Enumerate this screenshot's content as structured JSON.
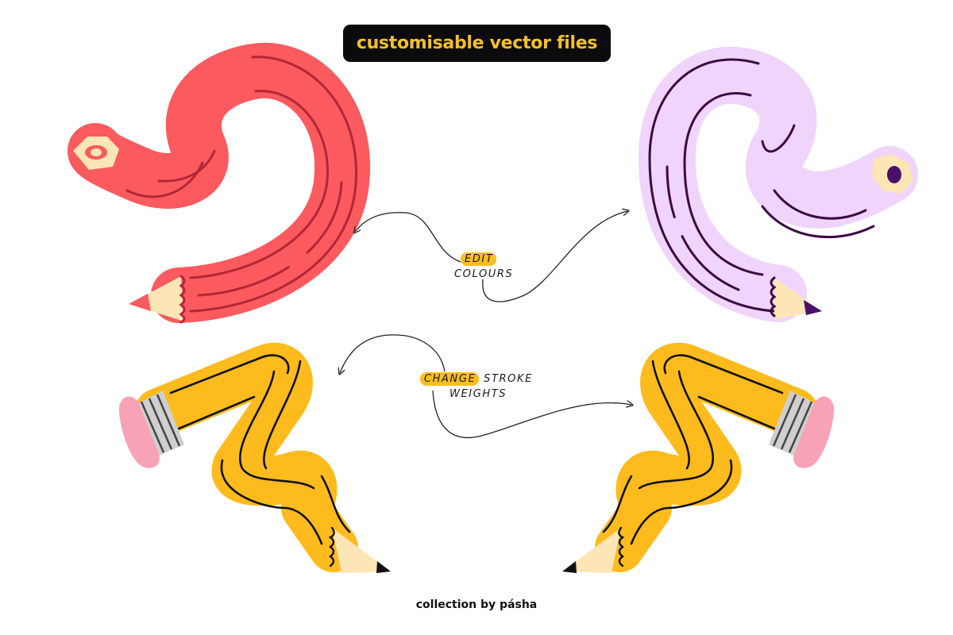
{
  "title": "customisable vector files",
  "label_edit_colours": {
    "highlight": "EDIT",
    "rest": "COLOURS"
  },
  "label_change_stroke": {
    "highlight": "CHANGE",
    "rest_line1": "STROKE",
    "rest_line2": "WEIGHTS"
  },
  "footer": "collection by pásha",
  "colors": {
    "title_bg": "#0b0b0b",
    "title_text": "#f5c02a",
    "highlight": "#f8be1f",
    "red_body": "#fb5a5f",
    "red_stripe": "#b32636",
    "lilac_body": "#f0d4fb",
    "lilac_stripe": "#3b0a45",
    "yellow_body": "#fdbb1d",
    "wood": "#fde6b5",
    "eraser": "#f7a2b6",
    "ferrule": "#cfcfcf",
    "lead_black": "#111111",
    "lead_purple": "#4b0f6a"
  },
  "icons": [
    "red-curly-pencil-icon",
    "lilac-curly-pencil-icon",
    "yellow-zigzag-pencil-left-icon",
    "yellow-zigzag-pencil-right-icon",
    "curved-arrow-icon"
  ]
}
